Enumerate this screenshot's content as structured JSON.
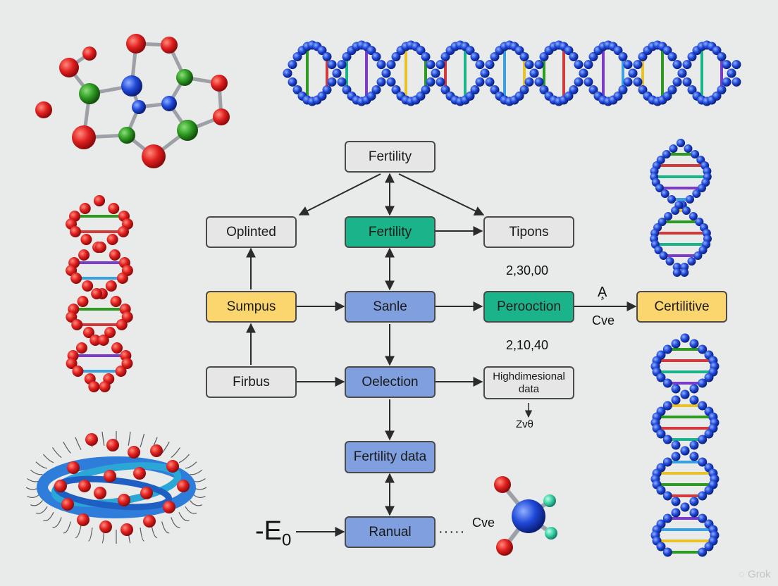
{
  "colors": {
    "background": "#e9eaea",
    "gray": "#e6e6e6",
    "green": "#1bb389",
    "blue": "#7f9fde",
    "yellow": "#fbd56e",
    "arrow": "#2b2b2b"
  },
  "nodes": {
    "fertility_top": {
      "label": "Fertility",
      "color": "gray"
    },
    "oplinted": {
      "label": "Oplinted",
      "color": "gray"
    },
    "fertility_mid": {
      "label": "Fertility",
      "color": "green"
    },
    "tipons": {
      "label": "Tipons",
      "color": "gray"
    },
    "sumpus": {
      "label": "Sumpus",
      "color": "yellow"
    },
    "sanle": {
      "label": "Sanle",
      "color": "blue"
    },
    "perooction": {
      "label": "Perooction",
      "color": "green"
    },
    "certilitive": {
      "label": "Certilitive",
      "color": "yellow"
    },
    "firbus": {
      "label": "Firbus",
      "color": "gray"
    },
    "oelection": {
      "label": "Oelection",
      "color": "blue"
    },
    "highdim": {
      "label": "Highdimesional data",
      "color": "gray"
    },
    "fertility_data": {
      "label": "Fertility data",
      "color": "blue"
    },
    "ranual": {
      "label": "Ranual",
      "color": "blue"
    }
  },
  "labels": {
    "num_top": "2,30,00",
    "num_bottom": "2,10,40",
    "edge_a": "A̧",
    "edge_cve": "Cve",
    "zve": "Zvθ",
    "eo_main": "-E",
    "eo_sub": "0",
    "dots": "·····",
    "cve_bottom": "Cve",
    "watermark": "Grok"
  },
  "illustrations": [
    "molecule-cluster-illustration",
    "dna-helix-top-illustration",
    "dna-helix-red-illustration",
    "dna-helix-right-upper-illustration",
    "dna-helix-right-lower-illustration",
    "protein-ribbon-illustration",
    "small-molecule-illustration"
  ]
}
